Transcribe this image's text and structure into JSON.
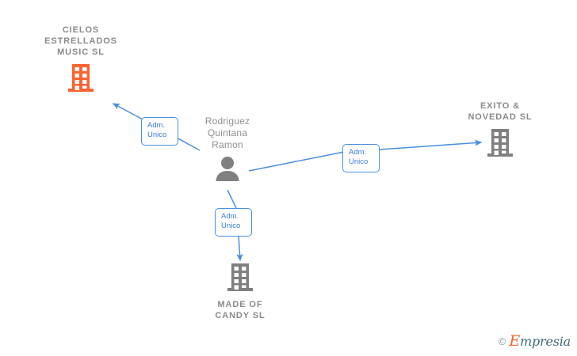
{
  "diagram": {
    "type": "organization-relationship-graph",
    "background": "#ffffff",
    "colors": {
      "edge": "#4a8fe0",
      "box_border": "#4a8fe0",
      "box_text": "#3b7dd8",
      "company_label": "#8a8a8a",
      "person_label": "#909090",
      "icon_orange": "#fa6432",
      "icon_gray": "#808080",
      "watermark_orange": "#f0662b",
      "watermark_teal": "#3d6b78"
    },
    "nodes": [
      {
        "id": "cielos",
        "name": "CIELOS\nESTRELLADOS\nMUSIC  SL",
        "icon": "building-icon",
        "icon_color": "#fa6432",
        "label_position": "above"
      },
      {
        "id": "person",
        "name": "Rodriguez\nQuintana\nRamon",
        "icon": "person-icon",
        "icon_color": "#808080",
        "label_position": "above"
      },
      {
        "id": "exito",
        "name": "EXITO &\nNOVEDAD SL",
        "icon": "building-icon",
        "icon_color": "#808080",
        "label_position": "above"
      },
      {
        "id": "candy",
        "name": "MADE OF\nCANDY  SL",
        "icon": "building-icon",
        "icon_color": "#808080",
        "label_position": "below"
      }
    ],
    "edges": [
      {
        "from": "person",
        "to": "cielos",
        "label": "Adm.\nUnico"
      },
      {
        "from": "person",
        "to": "exito",
        "label": "Adm.\nUnico"
      },
      {
        "from": "person",
        "to": "candy",
        "label": "Adm.\nUnico"
      }
    ]
  },
  "watermark": {
    "copyright_symbol": "©",
    "brand_initial": "E",
    "brand_rest": "mpresia"
  }
}
